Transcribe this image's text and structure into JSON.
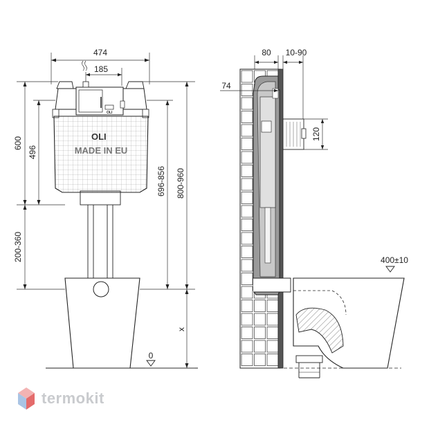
{
  "dimensions": {
    "width_474": "474",
    "flush_185": "185",
    "height_600": "600",
    "height_496": "496",
    "range_200_360": "200-360",
    "range_696_856": "696-856",
    "range_800_960": "800-960",
    "x_label": "x",
    "zero_label": "0",
    "depth_80": "80",
    "range_10_90": "10-90",
    "depth_74": "74",
    "pipe_120": "120",
    "height_400": "400±10"
  },
  "tank": {
    "brand": "OLI",
    "made_in": "MADE IN EU",
    "small_brand": "OLI"
  },
  "watermark": {
    "text": "termokit",
    "colors": {
      "top": "#f3b3b3",
      "left": "#a9c4e4",
      "right": "#e46b6b",
      "text": "#c9cbce"
    }
  }
}
